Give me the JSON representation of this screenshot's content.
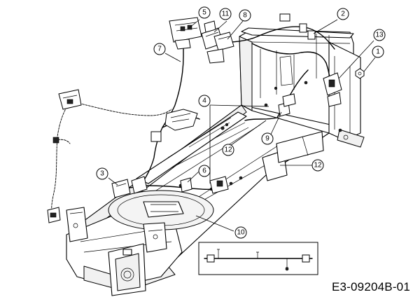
{
  "drawing_code": "E3-09204B-01",
  "callouts": [
    {
      "id": "callout-1",
      "label": "1"
    },
    {
      "id": "callout-2",
      "label": "2"
    },
    {
      "id": "callout-3",
      "label": "3"
    },
    {
      "id": "callout-4",
      "label": "4"
    },
    {
      "id": "callout-5",
      "label": "5"
    },
    {
      "id": "callout-6",
      "label": "6"
    },
    {
      "id": "callout-7",
      "label": "7"
    },
    {
      "id": "callout-8",
      "label": "8"
    },
    {
      "id": "callout-9",
      "label": "9"
    },
    {
      "id": "callout-10",
      "label": "10"
    },
    {
      "id": "callout-11",
      "label": "11"
    },
    {
      "id": "callout-12a",
      "label": "12"
    },
    {
      "id": "callout-12b",
      "label": "12"
    },
    {
      "id": "callout-13",
      "label": "13"
    }
  ]
}
